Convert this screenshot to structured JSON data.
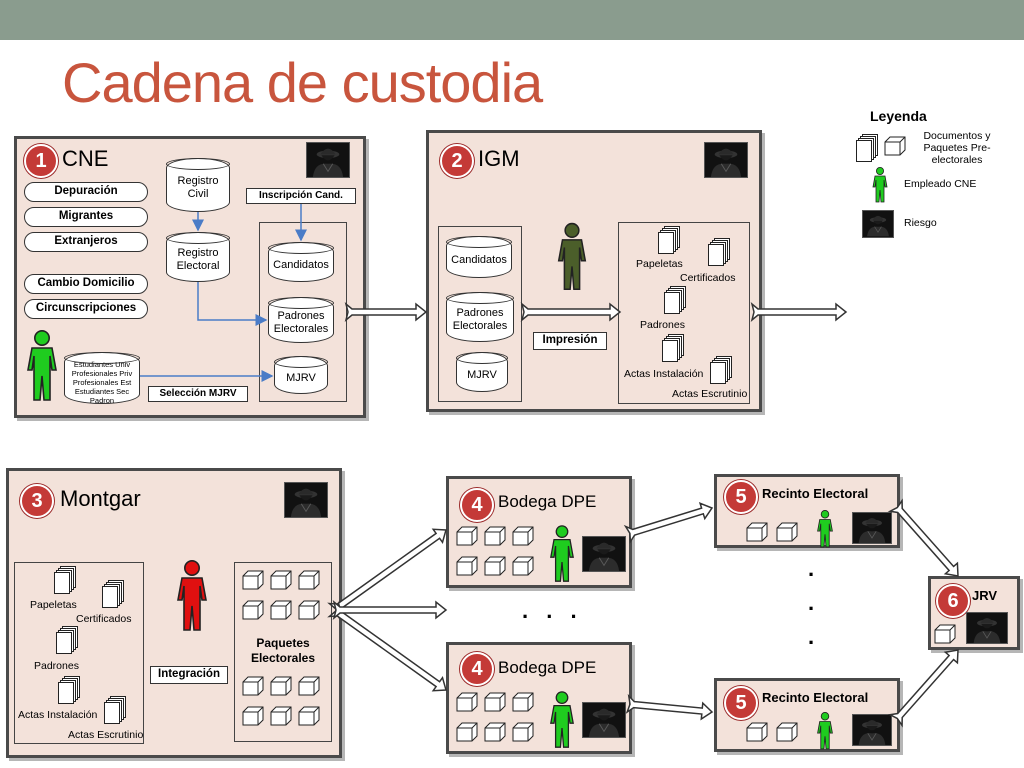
{
  "title": "Cadena de custodia",
  "colors": {
    "accent": "#c43a37",
    "panel": "#f3e2da",
    "employee": "#1fcc1f",
    "impresion_person": "#4b5e2a",
    "risk_person": "#e01010"
  },
  "legend": {
    "title": "Leyenda",
    "documents": "Documentos y Paquetes Pre-electorales",
    "employee": "Empleado CNE",
    "risk": "Riesgo"
  },
  "cne": {
    "number": "1",
    "title": "CNE",
    "pills": [
      "Depuración",
      "Migrantes",
      "Extranjeros",
      "Cambio  Domicilio",
      "Circunscripciones"
    ],
    "registro_civil": "Registro Civil",
    "registro_electoral": "Registro Electoral",
    "inscripcion": "Inscripción Cand.",
    "candidatos": "Candidatos",
    "padrones": "Padrones Electorales",
    "mjrv": "MJRV",
    "estudiantes": "Estudiantes Univ Profesionales Priv Profesionales Est Estudiantes Sec Padron",
    "seleccion": "Selección MJRV"
  },
  "igm": {
    "number": "2",
    "title": "IGM",
    "candidatos": "Candidatos",
    "padrones": "Padrones Electorales",
    "mjrv": "MJRV",
    "impresion": "Impresión",
    "papeletas": "Papeletas",
    "certificados": "Certificados",
    "padrones_doc": "Padrones",
    "actas_instalacion": "Actas Instalación",
    "actas_escrutinio": "Actas Escrutinio"
  },
  "montgar": {
    "number": "3",
    "title": "Montgar",
    "papeletas": "Papeletas",
    "certificados": "Certificados",
    "padrones": "Padrones",
    "actas_instalacion": "Actas Instalación",
    "actas_escrutinio": "Actas Escrutinio",
    "integracion": "Integración",
    "paquetes": "Paquetes Electorales"
  },
  "bodega": {
    "number": "4",
    "title": "Bodega DPE"
  },
  "recinto": {
    "number": "5",
    "title": "Recinto Electoral"
  },
  "jrv": {
    "number": "6",
    "title": "JRV"
  },
  "ellipsis_h": ". . .",
  "ellipsis_v": "."
}
